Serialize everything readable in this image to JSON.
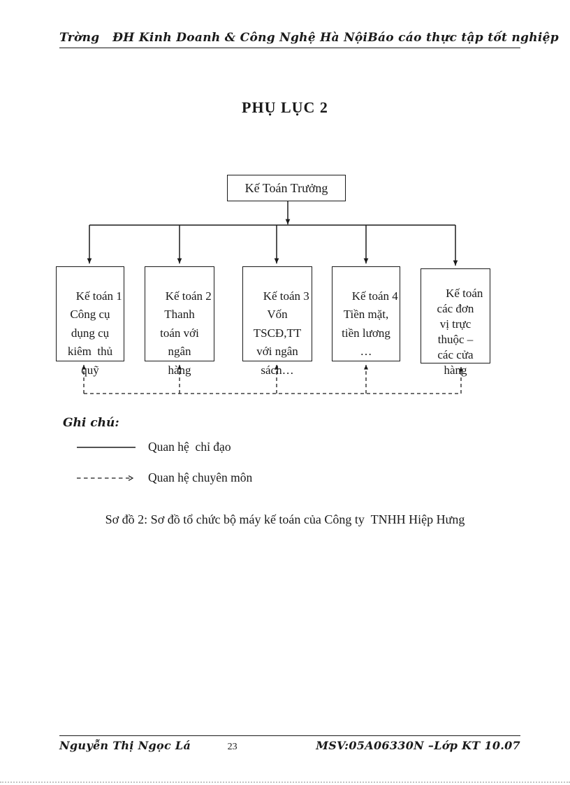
{
  "header": {
    "left": "Trờng   ĐH Kinh Doanh & Công Nghệ Hà Nội",
    "right": "Báo cáo thực tập tốt nghiệp"
  },
  "title": "PHỤ LỤC 2",
  "chart": {
    "root": "Kế Toán Trưởng",
    "children": [
      {
        "label": "Kế toán 1\nCông cụ\ndụng cụ\nkiêm  thủ\nquỹ"
      },
      {
        "label": "Kế toán 2\nThanh\ntoán với\nngân\nhàng"
      },
      {
        "label": "Kế toán 3\nVốn\nTSCĐ,TT\nvới ngân\nsách…"
      },
      {
        "label": "Kế toán 4\nTiền mặt,\ntiền lương\n…"
      },
      {
        "label": "Kế toán\ncác đơn\nvị trực\nthuộc –\ncác cửa\nhàng"
      }
    ],
    "relations": {
      "solid_arrows": "top-down from Kế Toán Trưởng to all five departments",
      "dashed_arrows": "bottom bus pointing up into all five departments"
    }
  },
  "legend": {
    "heading": "Ghi chú:",
    "items": [
      {
        "symbol": "solid-line",
        "label": "Quan hệ  chỉ đạo"
      },
      {
        "symbol": "dashed-arrow",
        "label": "Quan hệ chuyên môn"
      }
    ]
  },
  "caption": "Sơ đồ 2: Sơ đồ tổ chức bộ máy kế toán của Công ty  TNHH Hiệp Hưng",
  "footer": {
    "left": "Nguyễn Thị Ngọc Lá",
    "page": "23",
    "right": "MSV:05A06330N –Lớp KT 10.07"
  },
  "colors": {
    "ink": "#1a1a1a",
    "paper": "#ffffff"
  }
}
